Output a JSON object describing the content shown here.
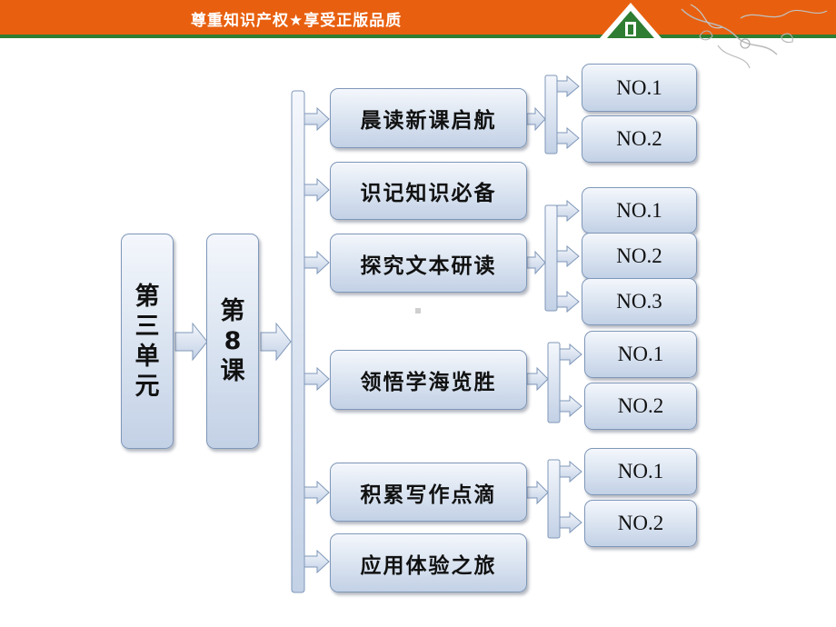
{
  "header": {
    "slogan": "尊重知识产权★享受正版品质"
  },
  "diagram": {
    "unit": [
      "第",
      "三",
      "单",
      "元"
    ],
    "lesson": [
      "第",
      "8",
      "课"
    ],
    "sections": [
      {
        "label": "晨读新课启航",
        "items": [
          "NO.1",
          "NO.2"
        ]
      },
      {
        "label": "识记知识必备",
        "items": []
      },
      {
        "label": "探究文本研读",
        "items": [
          "NO.1",
          "NO.2",
          "NO.3"
        ]
      },
      {
        "label": "领悟学海览胜",
        "items": [
          "NO.1",
          "NO.2"
        ]
      },
      {
        "label": "积累写作点滴",
        "items": [
          "NO.1",
          "NO.2"
        ]
      },
      {
        "label": "应用体验之旅",
        "items": []
      }
    ]
  },
  "colors": {
    "banner": "#e8600f",
    "banner_stripe": "#2e7d32",
    "box_border": "#7f97b8",
    "box_fill": "#dde6f2",
    "arrow_fill": "#dce6f3"
  }
}
